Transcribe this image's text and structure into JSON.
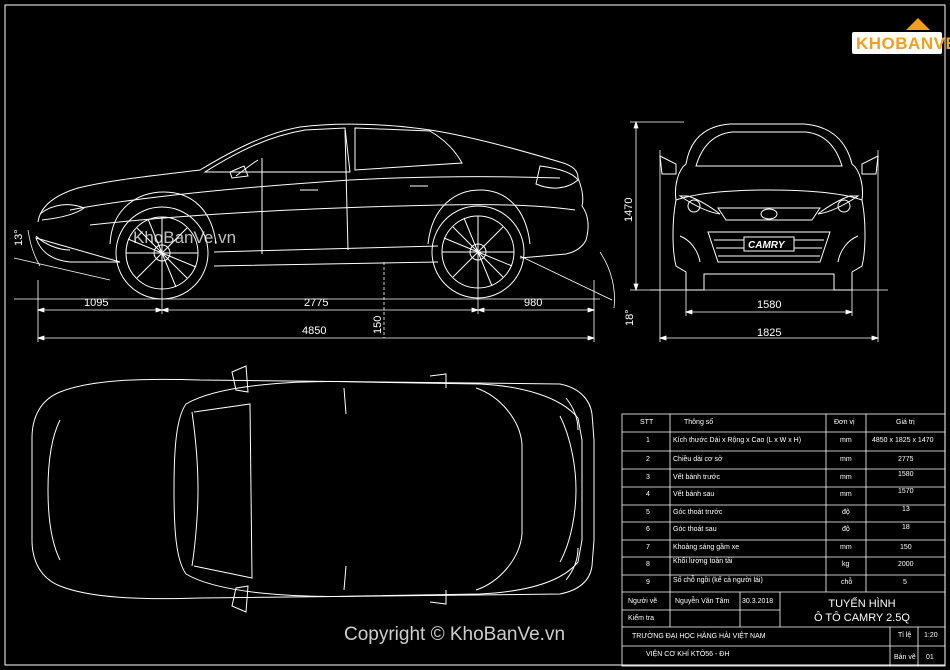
{
  "logo": {
    "text": "KHOBANVE"
  },
  "watermark_top": "KhoBanVe.vn",
  "watermark_bottom": "Copyright © KhoBanVe.vn",
  "dimensions": {
    "front_overhang": "1095",
    "wheelbase": "2775",
    "rear_overhang": "980",
    "length": "4850",
    "ground_clearance": "150",
    "height": "1470",
    "front_track": "1580",
    "width": "1825",
    "approach_angle": "13°",
    "departure_angle": "18°",
    "badge": "CAMRY"
  },
  "spec_table": {
    "headers": [
      "STT",
      "Thông số",
      "Đơn vị",
      "Giá trị"
    ],
    "rows": [
      [
        "1",
        "Kích thước Dài x Rộng x Cao (L x W x H)",
        "mm",
        "4850 x 1825 x 1470"
      ],
      [
        "2",
        "Chiều dài cơ sở",
        "mm",
        "2775"
      ],
      [
        "3",
        "Vết bánh trước",
        "mm",
        "1580"
      ],
      [
        "4",
        "Vết bánh sau",
        "mm",
        "1570"
      ],
      [
        "5",
        "Góc thoát trước",
        "độ",
        "13"
      ],
      [
        "6",
        "Góc thoát sau",
        "độ",
        "18"
      ],
      [
        "7",
        "Khoảng sáng gầm xe",
        "mm",
        "150"
      ],
      [
        "8",
        "Khối lượng toàn tải",
        "kg",
        "2000"
      ],
      [
        "9",
        "Số chỗ ngồi (kể cả người lái)",
        "chỗ",
        "5"
      ]
    ]
  },
  "title_block": {
    "drawn_by_label": "Người vẽ",
    "drawn_by": "Nguyễn Văn Tâm",
    "date": "30.3.2018",
    "checked_label": "Kiểm tra",
    "title_line1": "TUYẾN HÌNH",
    "title_line2": "Ô TÔ CAMRY 2.5Q",
    "school": "TRƯỜNG ĐẠI HỌC HÀNG HẢI VIỆT NAM",
    "institute": "VIỆN CƠ KHÍ KTÔ56 - ĐH",
    "scale_label": "Tỉ lệ",
    "scale": "1:20",
    "sheet_label": "Bản vẽ",
    "sheet": "01"
  }
}
